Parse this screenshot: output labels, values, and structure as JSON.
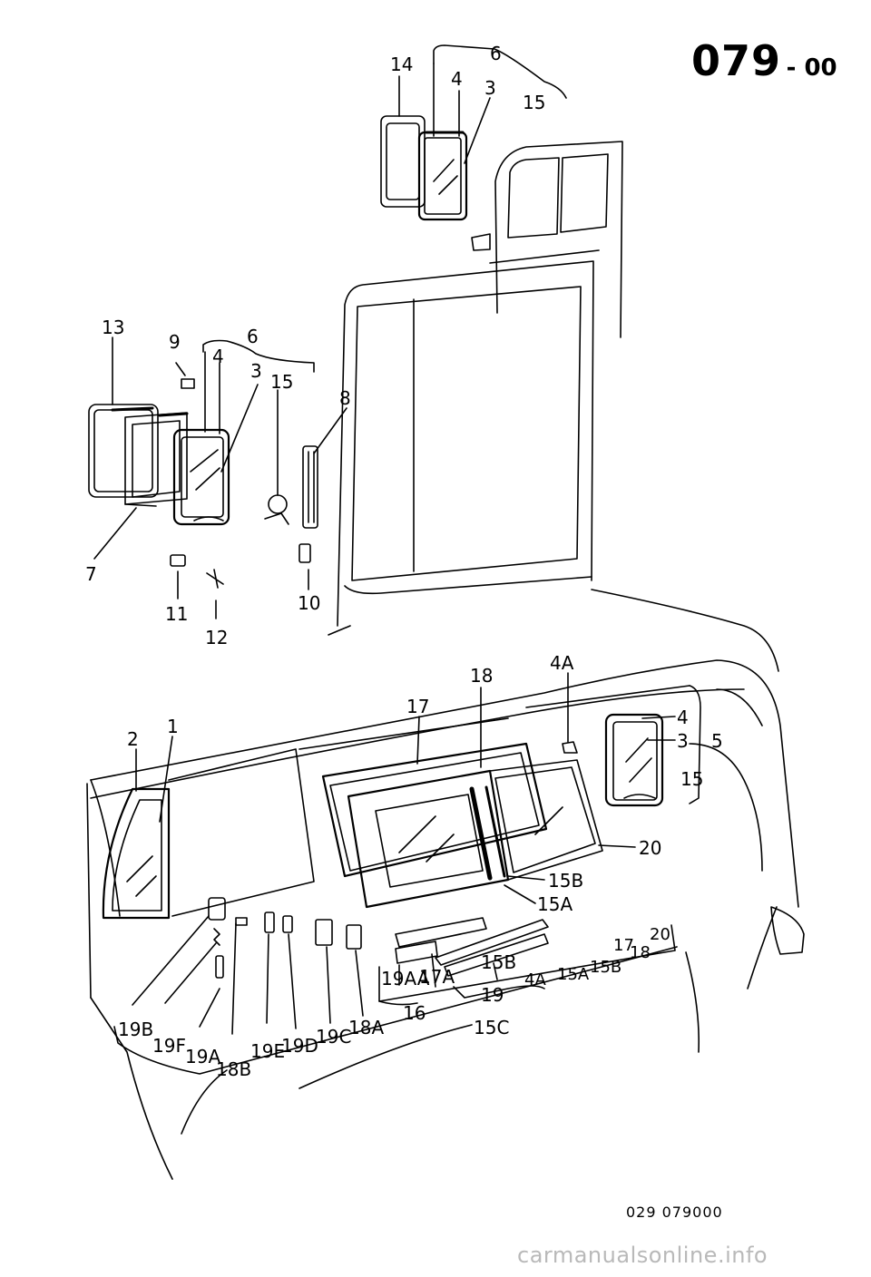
{
  "header": {
    "page_number": "079",
    "page_suffix": "- 00"
  },
  "footer": {
    "diagram_code": "029 079000"
  },
  "watermark": {
    "text": "carmanualsonline.info"
  },
  "callouts": {
    "top": [
      "14",
      "6",
      "4",
      "3",
      "15"
    ],
    "middle": [
      "13",
      "9",
      "6",
      "4",
      "3",
      "15",
      "8",
      "7",
      "11",
      "12",
      "10"
    ],
    "right_window": [
      "4A",
      "4",
      "3",
      "5",
      "15"
    ],
    "sliding_window": [
      "17",
      "18",
      "2",
      "1",
      "20",
      "15B",
      "15A"
    ],
    "hardware_row": [
      "19B",
      "19F",
      "19A",
      "18B",
      "19E",
      "19D",
      "19C",
      "18A",
      "19AA",
      "17A",
      "15B",
      "19",
      "16",
      "15C"
    ],
    "kit_list": [
      "4A",
      "15A",
      "15B",
      "17",
      "18",
      "20"
    ]
  }
}
